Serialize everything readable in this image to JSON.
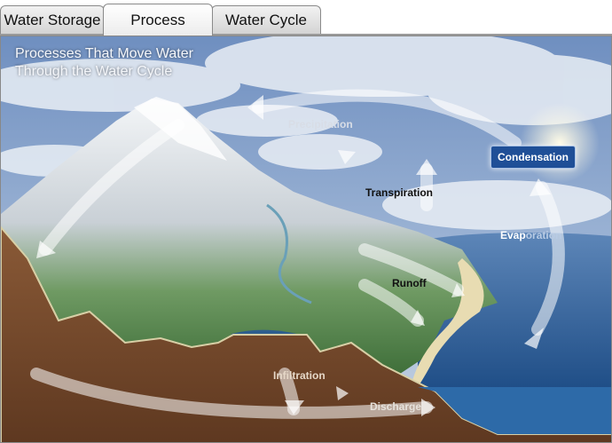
{
  "tabs": [
    {
      "label": "Water Storage",
      "active": false
    },
    {
      "label": "Process",
      "active": true
    },
    {
      "label": "Water Cycle",
      "active": false
    }
  ],
  "diagram": {
    "title_line1": "Processes That Move Water",
    "title_line2": "Through the Water Cycle",
    "labels": {
      "precipitation": "Precipitation",
      "condensation": "Condensation",
      "transpiration": "Transpiration",
      "evaporation_part1": "Evap",
      "evaporation_part2": "oration",
      "runoff": "Runoff",
      "infiltration": "Infiltration",
      "discharge": "Discharge"
    }
  },
  "colors": {
    "sky": "#6f90c2",
    "ocean": "#2c5d94",
    "soil": "#7a4a2c",
    "highlight_box": "#1f4f97"
  }
}
